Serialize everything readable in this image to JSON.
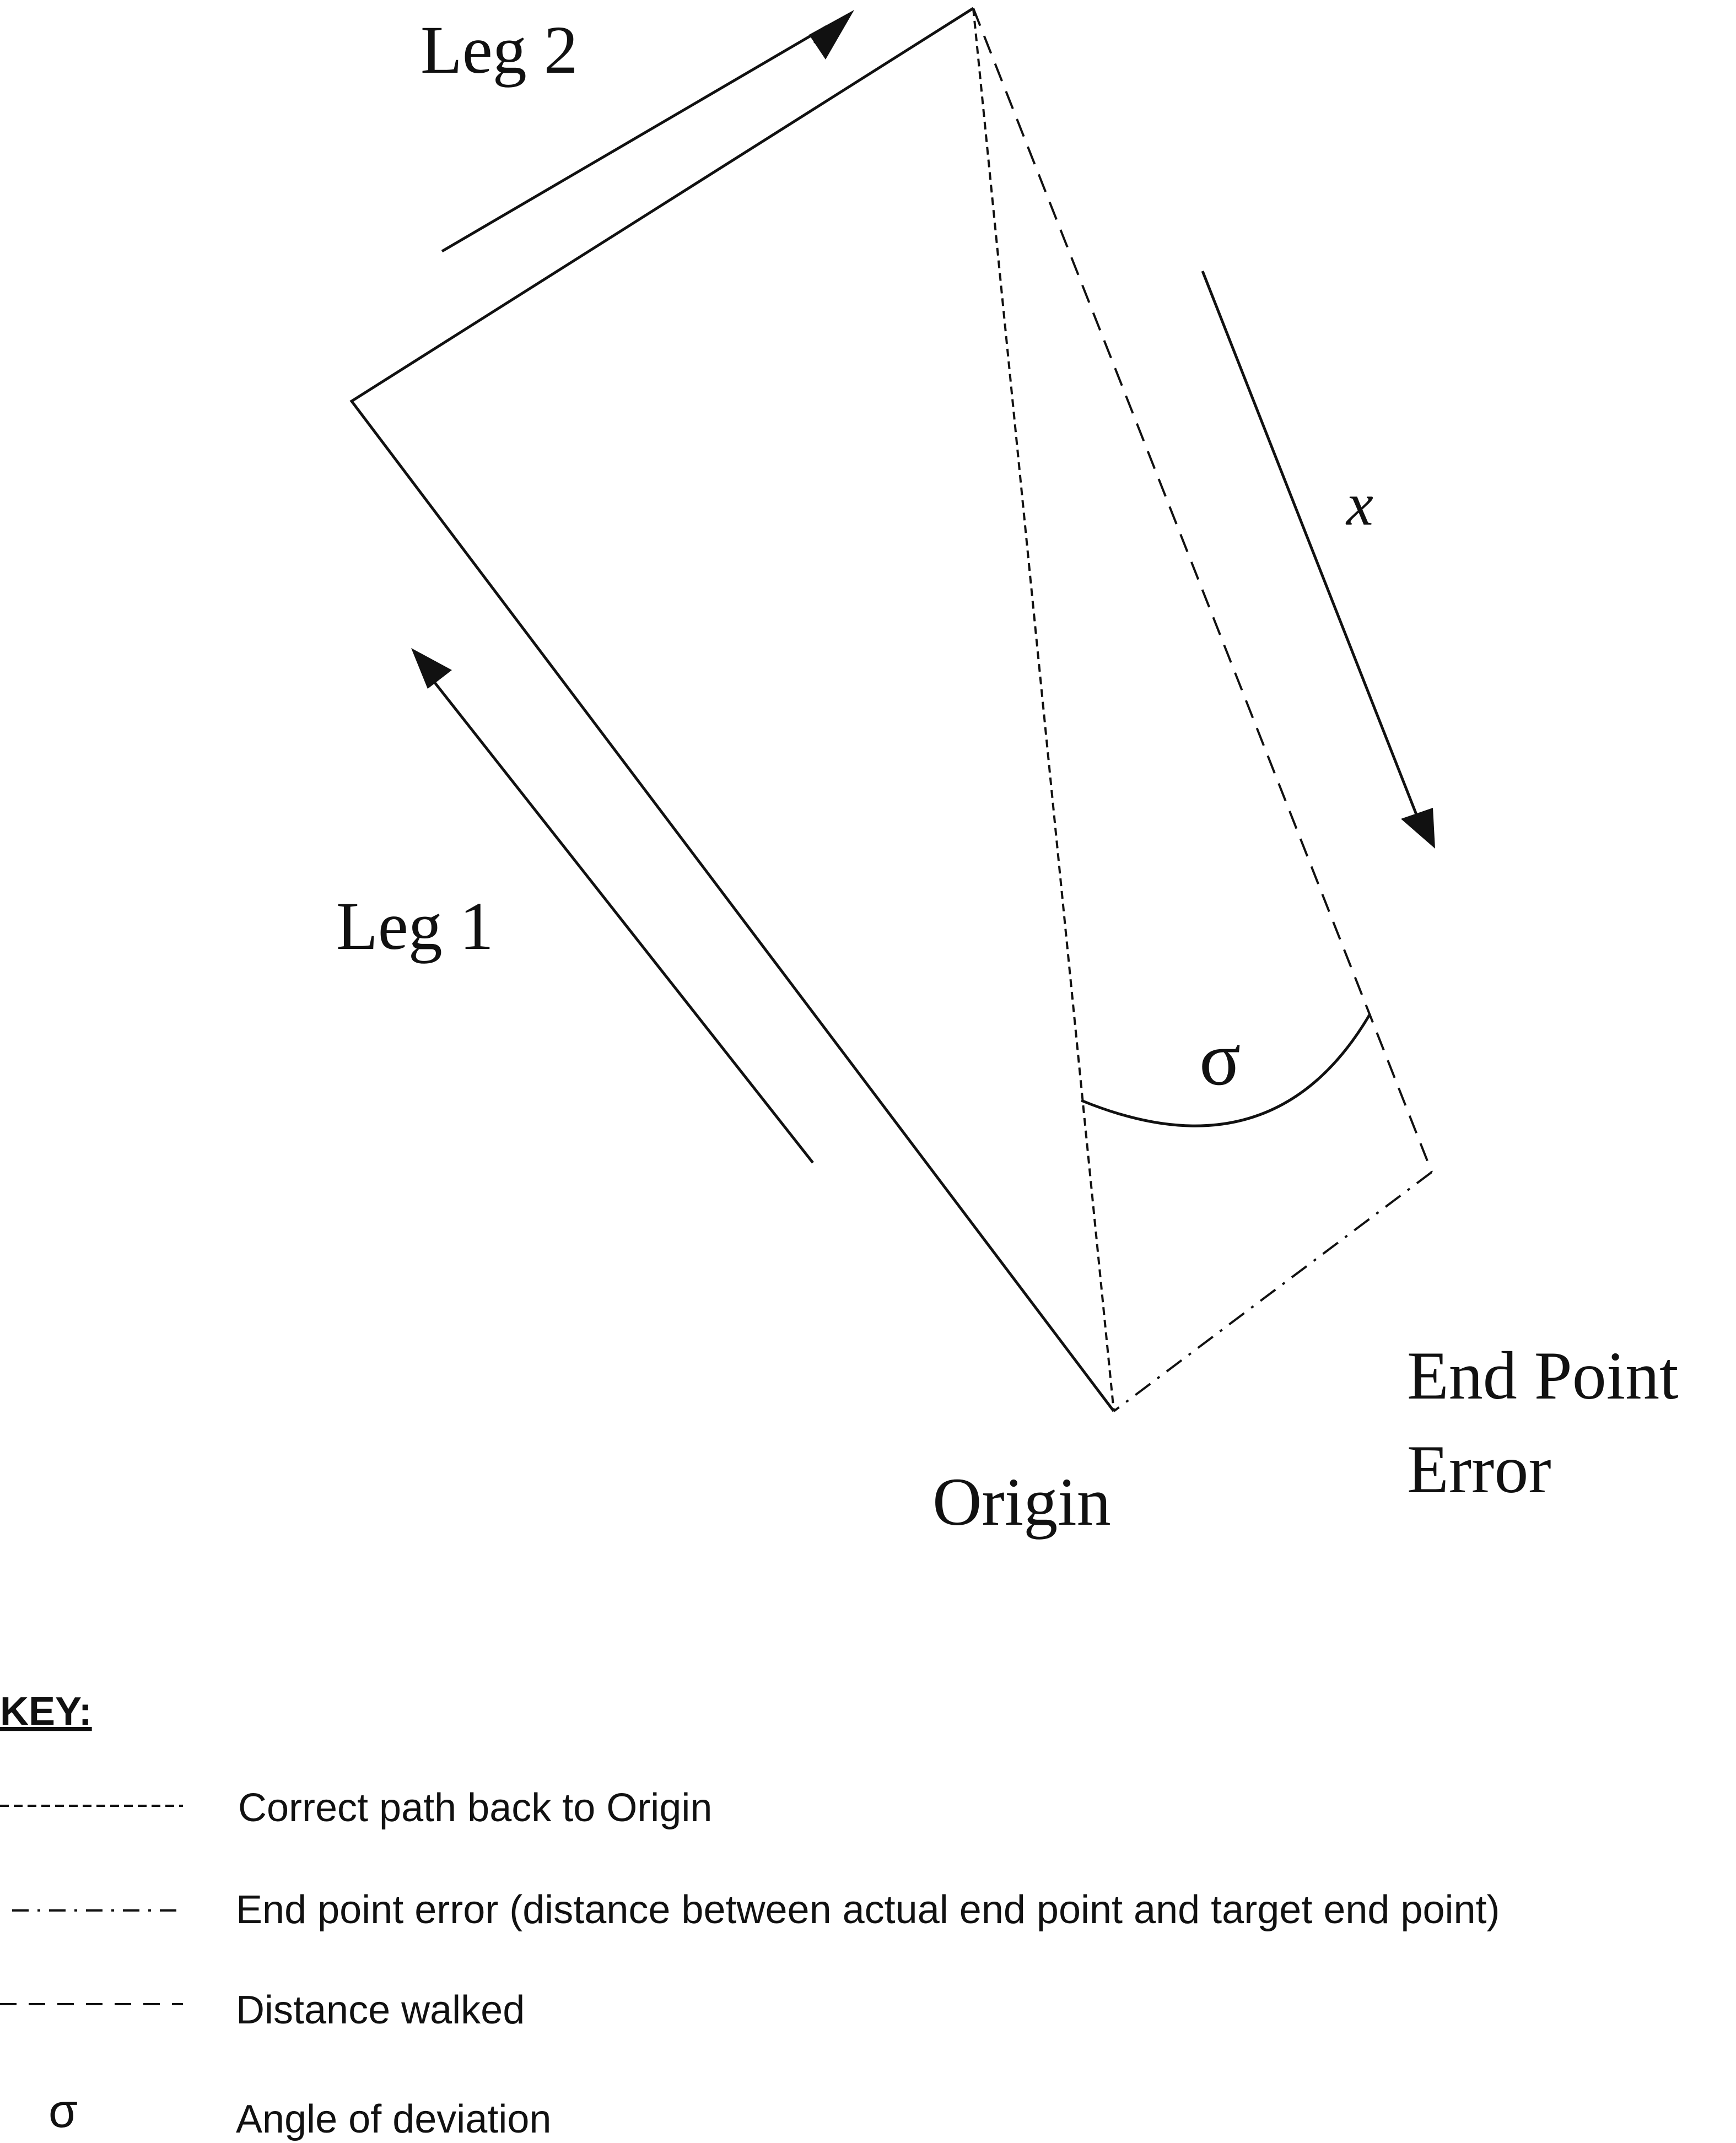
{
  "diagram": {
    "labels": {
      "leg1": "Leg 1",
      "leg2": "Leg 2",
      "x": "x",
      "sigma": "σ",
      "origin": "Origin",
      "end_point_error_line1": "End Point",
      "end_point_error_line2": "Error"
    },
    "key": {
      "title": "KEY:",
      "items": [
        {
          "symbol": "-----------",
          "label": "Correct path back to Origin"
        },
        {
          "symbol": "- · - · - · -",
          "label": "End point error (distance between actual end point and target end point)"
        },
        {
          "symbol": "- - - - - -",
          "label": "Distance walked"
        },
        {
          "symbol": "σ",
          "label": "Angle of deviation"
        }
      ]
    }
  }
}
